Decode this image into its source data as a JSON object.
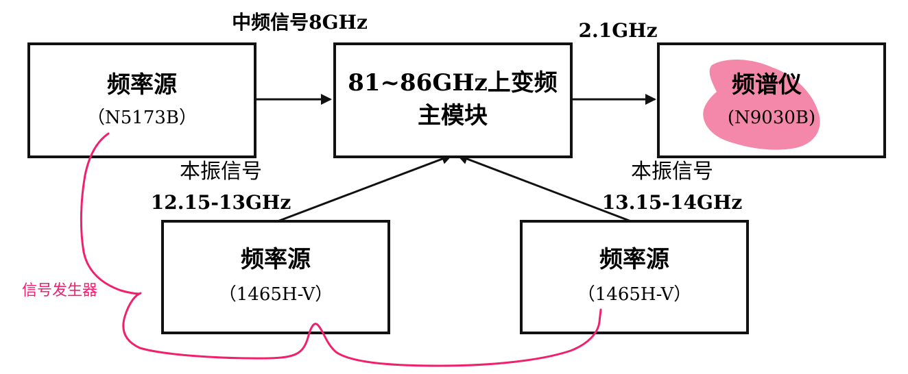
{
  "blocks": {
    "source_top": {
      "title": "频率源",
      "model": "（N5173B）"
    },
    "upconverter": {
      "line1": "81~86GHz上变频",
      "line2": "主模块"
    },
    "analyzer": {
      "title": "频谱仪",
      "model": "(N9030B)"
    },
    "source_left": {
      "title": "频率源",
      "model": "（1465H-V）"
    },
    "source_right": {
      "title": "频率源",
      "model": "（1465H-V）"
    }
  },
  "labels": {
    "if_signal": "中频信号8GHz",
    "out_freq": "2.1GHz",
    "lo_left_name": "本振信号",
    "lo_left_range": "12.15-13GHz",
    "lo_right_name": "本振信号",
    "lo_right_range": "13.15-14GHz"
  },
  "annotation": {
    "text": "信号发生器",
    "color": "#f2206c",
    "highlight_color": "#f05a8a"
  }
}
